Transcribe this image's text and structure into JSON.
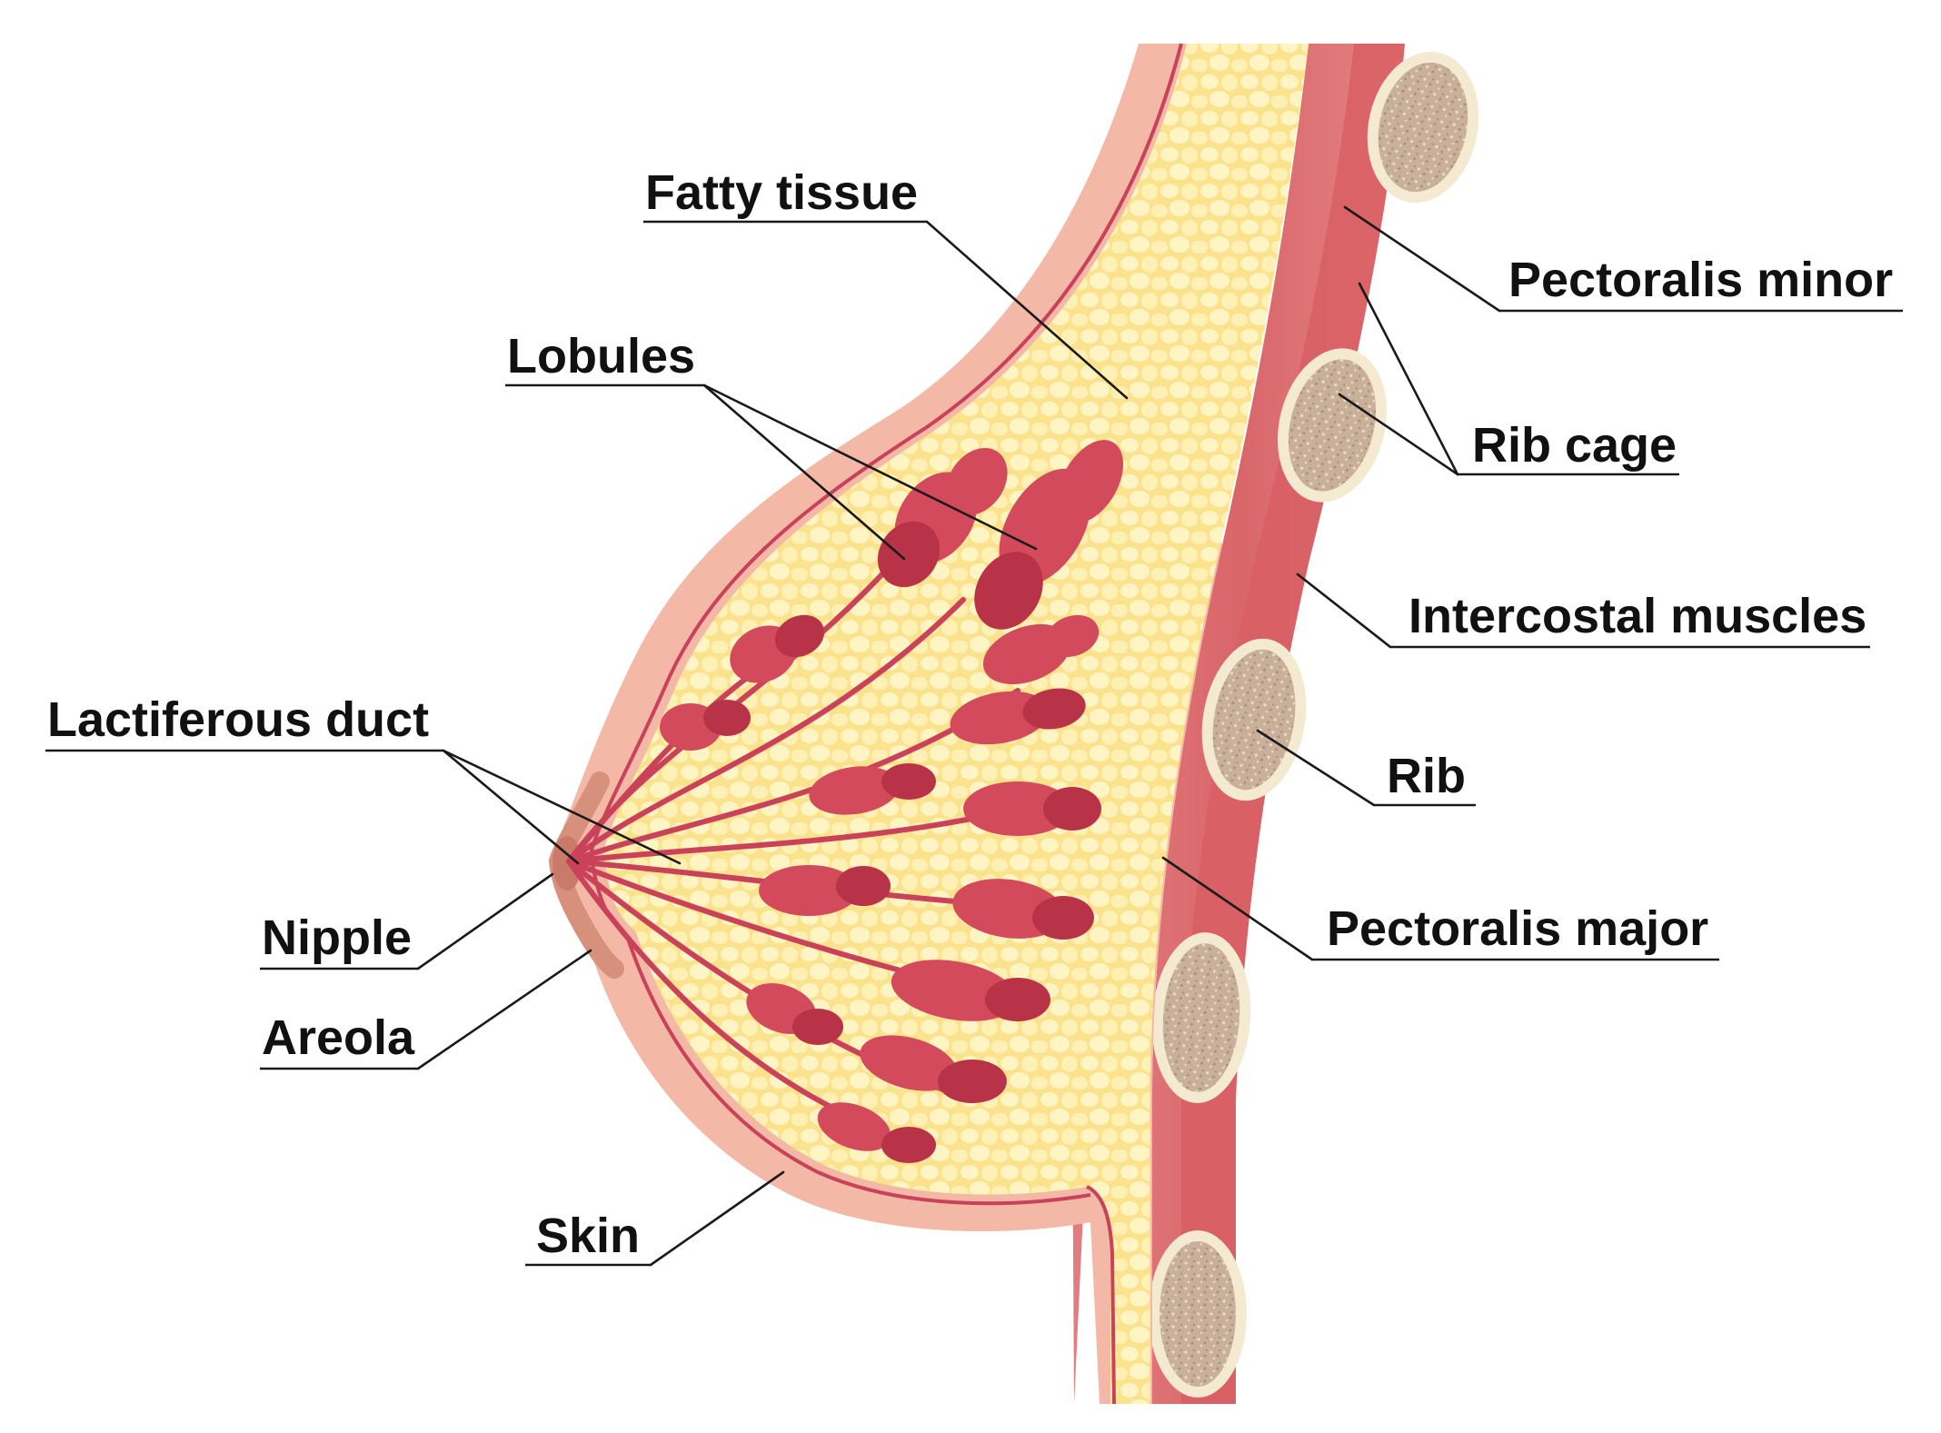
{
  "labels": {
    "fatty_tissue": "Fatty tissue",
    "lobules": "Lobules",
    "lactiferous_duct": "Lactiferous duct",
    "nipple": "Nipple",
    "areola": "Areola",
    "skin": "Skin",
    "pectoralis_minor": "Pectoralis minor",
    "rib_cage": "Rib cage",
    "intercostal_muscles": "Intercostal muscles",
    "rib": "Rib",
    "pectoralis_major": "Pectoralis major"
  },
  "colors": {
    "skin": "#f3b9a6",
    "skin_dark": "#e79a86",
    "fat": "#fbe38e",
    "fat_cell": "#fff4c4",
    "lobule": "#d24a5c",
    "lobule_dark": "#b83347",
    "muscle": "#db6e72",
    "muscle_light": "#eb9a98",
    "bone": "#c9b09a",
    "bone_rim": "#f4ead2"
  }
}
